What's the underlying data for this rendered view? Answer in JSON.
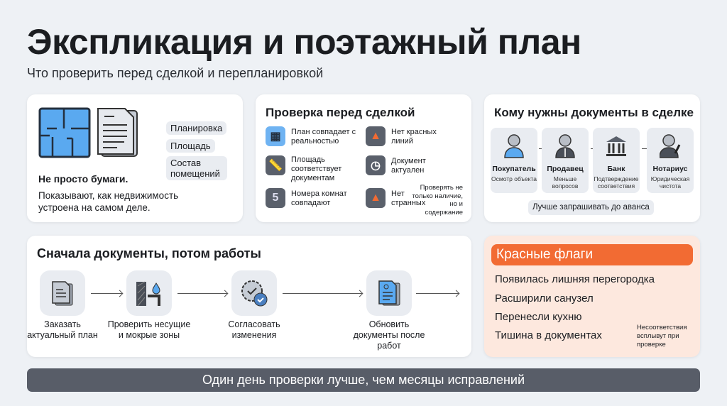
{
  "header": {
    "title": "Экспликация и поэтажный план",
    "subtitle": "Что проверить перед сделкой и перепланировкой"
  },
  "intro": {
    "chips": [
      "Планировка",
      "Площадь",
      "Состав помещений"
    ],
    "heading": "Не просто бумаги.",
    "text": "Показывают, как недвижимость устроена на самом деле."
  },
  "check": {
    "title": "Проверка перед сделкой",
    "items": [
      {
        "icon": "floorplan-icon",
        "text": "План совпадает с реальностью"
      },
      {
        "icon": "ruler-icon",
        "text": "Площадь соответствует документам"
      },
      {
        "icon": "number-icon",
        "glyph": "5",
        "text": "Номера комнат совпадают"
      },
      {
        "icon": "warning-icon",
        "text": "Нет красных линий"
      },
      {
        "icon": "clock-icon",
        "text": "Документ актуален"
      },
      {
        "icon": "warning-icon",
        "text": "Нет странных"
      }
    ],
    "note": "Проверять не только наличие, но и содержание"
  },
  "parties": {
    "title": "Кому нужны документы в сделке",
    "items": [
      {
        "icon": "user-icon",
        "name": "Покупатель",
        "desc": "Осмотр объекта"
      },
      {
        "icon": "businessman-icon",
        "name": "Продавец",
        "desc": "Меньше вопросов"
      },
      {
        "icon": "bank-icon",
        "name": "Банк",
        "desc": "Подтверждение соответствия"
      },
      {
        "icon": "notary-icon",
        "name": "Нотариус",
        "desc": "Юридическая чистота"
      }
    ],
    "tip": "Лучше запрашивать до аванса"
  },
  "steps": {
    "title": "Сначала документы, потом работы",
    "items": [
      {
        "icon": "document-icon",
        "label": "Заказать актуальный план"
      },
      {
        "icon": "wall-water-icon",
        "label": "Проверить несущие и мокрые зоны"
      },
      {
        "icon": "approval-badge-icon",
        "label": "Согласовать изменения"
      },
      {
        "icon": "updated-document-icon",
        "label": "Обновить документы после работ"
      }
    ]
  },
  "flags": {
    "title": "Красные флаги",
    "items": [
      "Появилась лишняя перегородка",
      "Расширили санузел",
      "Перенесли кухню",
      "Тишина в документах"
    ],
    "note": "Несоответствия всплывут при проверке"
  },
  "footer": {
    "text": "Один день проверки лучше, чем месяцы исправлений"
  },
  "colors": {
    "accent": "#f26b33",
    "blue": "#5aa9f0",
    "dark": "#5a606b"
  }
}
